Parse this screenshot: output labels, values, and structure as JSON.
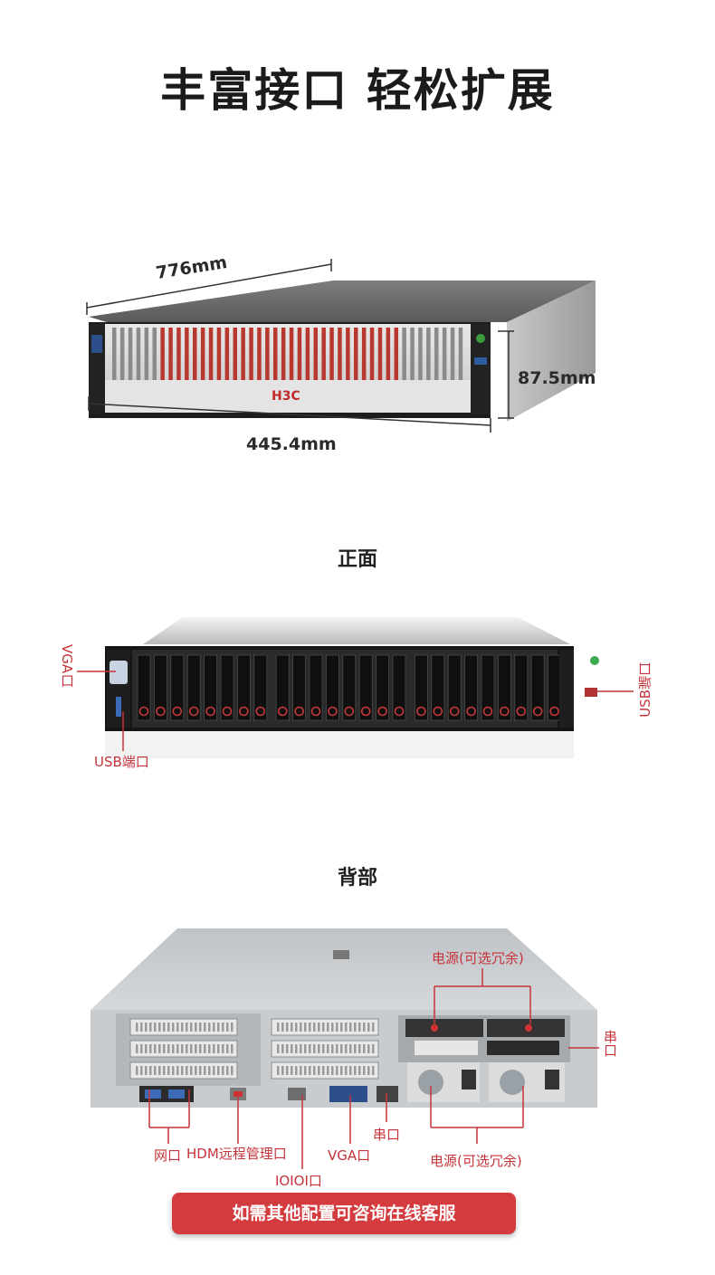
{
  "title": "丰富接口 轻松扩展",
  "dimensions": {
    "depth": "776mm",
    "height": "87.5mm",
    "width": "445.4mm"
  },
  "front_server": {
    "brand": "H3C"
  },
  "front": {
    "title": "正面",
    "labels": {
      "vga_left": "VGA口",
      "usb_left": "USB端口",
      "usb_right": "USB端口"
    }
  },
  "rear": {
    "title": "背部",
    "labels": {
      "psu_top": "电源(可选冗余)",
      "serial_right": "串口",
      "network": "网口",
      "hdm": "HDM远程管理口",
      "vga": "VGA口",
      "serial": "串口",
      "psu_bottom": "电源(可选冗余)",
      "ioioi": "IOIOI口"
    }
  },
  "cta": {
    "label": "如需其他配置可咨询在线客服"
  }
}
